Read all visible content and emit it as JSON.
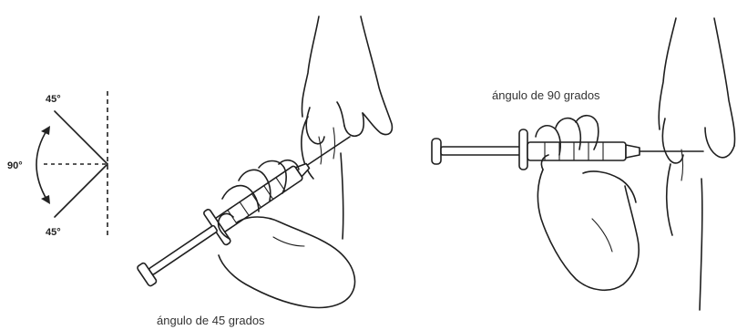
{
  "angle_diagram": {
    "top_label": "45°",
    "middle_label": "90°",
    "bottom_label": "45°"
  },
  "panels": {
    "left": {
      "caption": "ángulo de 45 grados"
    },
    "right": {
      "caption": "ángulo de 90 grados"
    }
  }
}
